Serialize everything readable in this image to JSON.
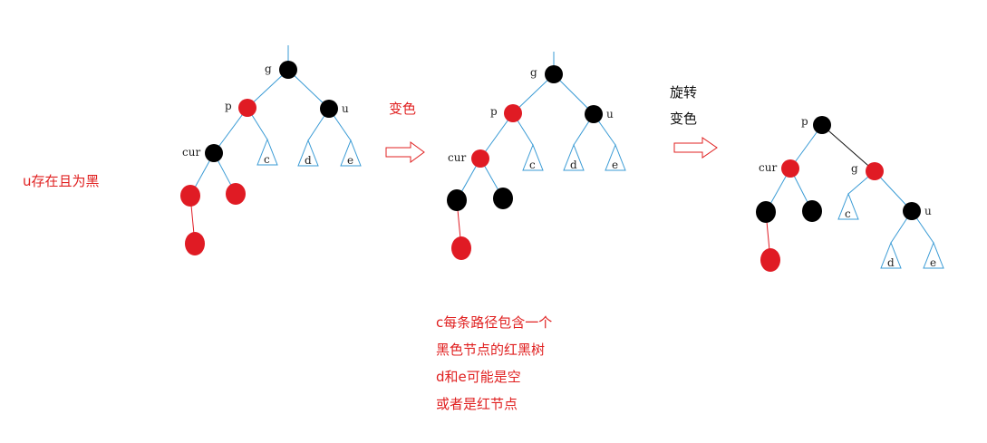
{
  "colors": {
    "red": "#e01b24",
    "black": "#000000",
    "line": "#3a9bd5",
    "text_red": "#e02020",
    "arrow": "#e02020"
  },
  "texts": {
    "left_note": "u存在且为黑",
    "step1": "变色",
    "step2_line1": "旋转",
    "step2_line2": "变色",
    "bottom": [
      "c每条路径包含一个",
      "黑色节点的红黑树",
      "d和e可能是空",
      "或者是红节点"
    ]
  },
  "diagram1": {
    "labels": {
      "g": "g",
      "p": "p",
      "u": "u",
      "cur": "cur"
    },
    "subtrees": [
      "c",
      "d",
      "e"
    ]
  },
  "diagram2": {
    "labels": {
      "g": "g",
      "p": "p",
      "u": "u",
      "cur": "cur"
    },
    "subtrees": [
      "c",
      "d",
      "e"
    ]
  },
  "diagram3": {
    "labels": {
      "p": "p",
      "cur": "cur",
      "g": "g",
      "u": "u"
    },
    "subtrees": [
      "c",
      "d",
      "e"
    ]
  }
}
